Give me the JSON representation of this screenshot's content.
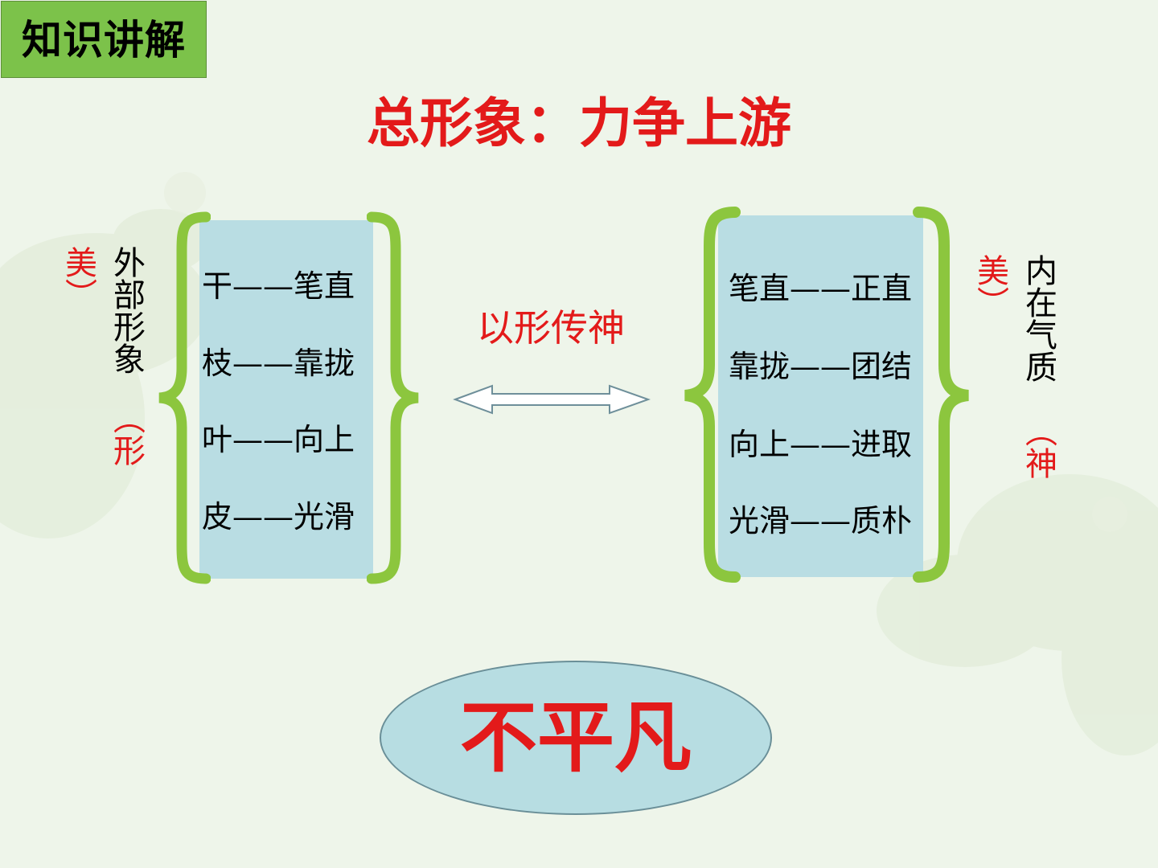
{
  "tag": "知识讲解",
  "title": "总形象：力争上游",
  "left": {
    "heading": "外部形象",
    "heading_note": "（形美）",
    "rows": [
      "干——笔直",
      "枝——靠拢",
      "叶——向上",
      "皮——光滑"
    ]
  },
  "right": {
    "heading": "内在气质",
    "heading_note": "（神美）",
    "rows": [
      "笔直——正直",
      "靠拢——团结",
      "向上——进取",
      "光滑——质朴"
    ]
  },
  "center_label": "以形传神",
  "conclusion": "不平凡",
  "colors": {
    "accent_red": "#e31a1a",
    "brace_green": "#8cc63e",
    "panel_blue": "#b9dde3",
    "tag_green": "#7cc24a"
  }
}
